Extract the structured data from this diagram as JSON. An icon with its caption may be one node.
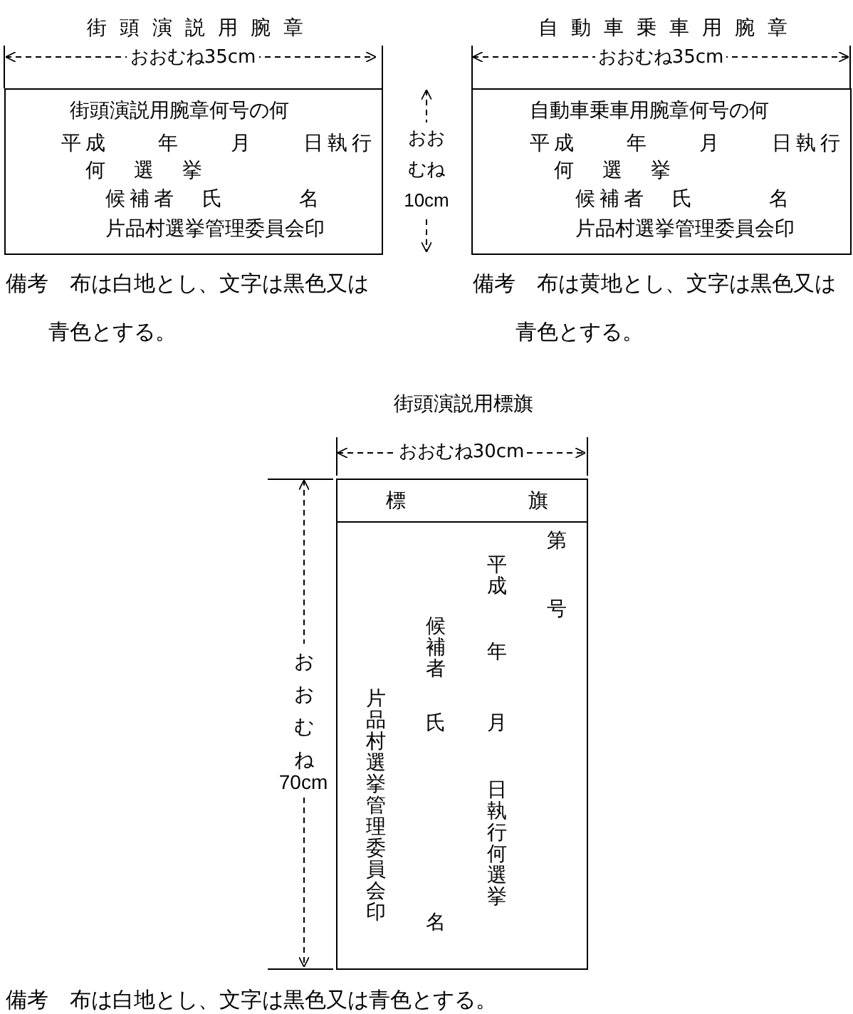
{
  "diagram": {
    "nodes": [
      {
        "text": [
          "街頭演説用腕章",
          "街頭演説用腕章何号の何",
          "平成　　年　　月　　日執行",
          "何　選　挙",
          "候補者　氏　　　名",
          "片品村選挙管理委員会印"
        ],
        "beside": [
          "備考　布は白地とし、文字は黒色又は青色とする。"
        ]
      },
      {
        "text": [
          "自動車乗車用腕章",
          "自動車乗車用腕章何号の何",
          "平成　　年　　月　　日執行",
          "何　選　挙",
          "候補者　氏　　　名",
          "片品村選挙管理委員会印"
        ],
        "beside": [
          "備考　布は黄地とし、文字は黒色又は青色とする。"
        ]
      },
      {
        "text": [
          "街頭演説用標旗",
          "第",
          "号",
          "平成",
          "年",
          "月",
          "日執行何選挙",
          "候補者",
          "氏",
          "名",
          "片品村選挙管理委員会印"
        ],
        "beside": [
          "備考　布は白地とし、文字は黒色又は青色とする。"
        ]
      },
      {
        "text": [
          "標",
          "旗"
        ],
        "in": 2
      }
    ],
    "labels": [
      "おおむね35cm",
      "おおむね35cm",
      "おおむね10cm",
      "おおむね30cm",
      "おおむね",
      "70cm"
    ]
  }
}
